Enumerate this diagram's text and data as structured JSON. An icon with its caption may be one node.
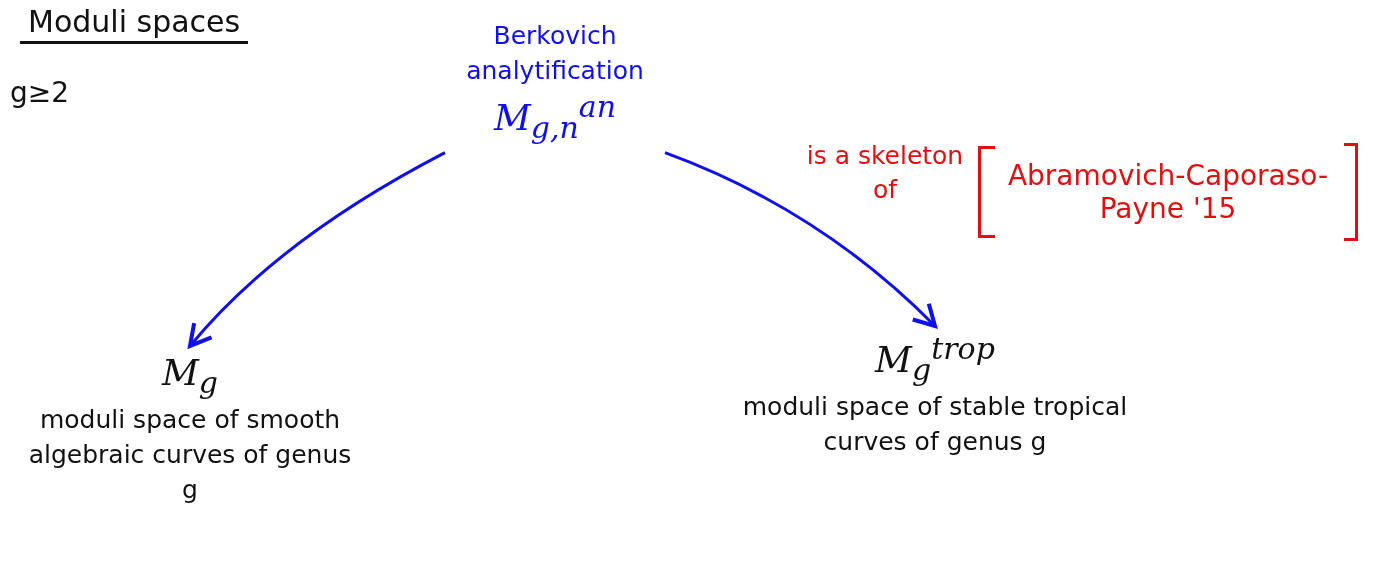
{
  "diagram": {
    "title": "Moduli spaces",
    "nodes": [
      {
        "text": [
          "Berkovich analytification",
          "M$_{g,n}$$^{an}$"
        ]
      },
      {
        "text": [
          "M$_{g}$",
          "moduli space of smooth algebraic curves of genus g"
        ]
      },
      {
        "text": [
          "M$_{g}$$^{trop}$",
          "moduli space of stable tropical curves of genus g"
        ]
      }
    ],
    "edges": [
      {
        "from": 0,
        "to": 1,
        "arrow": "to"
      },
      {
        "from": 0,
        "to": 2,
        "arrow": "to",
        "label": "is a skeleton of"
      }
    ],
    "labels": [
      "g≥2",
      "Abramovich-Caporaso-Payne '15"
    ]
  }
}
